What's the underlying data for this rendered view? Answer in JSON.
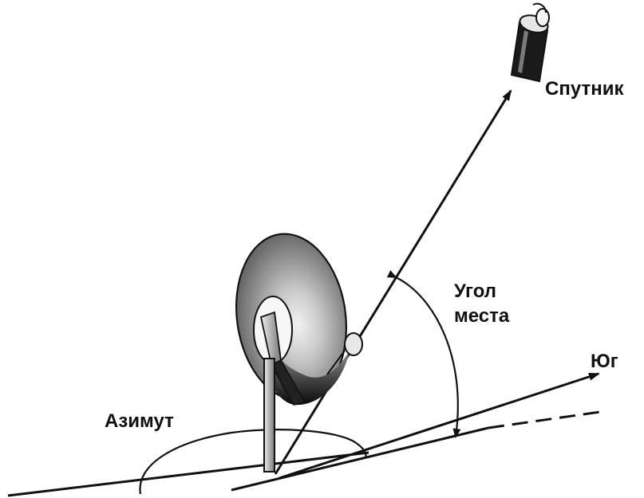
{
  "diagram": {
    "labels": {
      "satellite": "Спутник",
      "elevation_line1": "Угол",
      "elevation_line2": "места",
      "south": "Юг",
      "azimuth": "Азимут"
    },
    "colors": {
      "ink": "#111111",
      "background": "#ffffff"
    },
    "icons": {
      "satellite": "satellite-icon",
      "dish": "satellite-dish-icon"
    }
  }
}
